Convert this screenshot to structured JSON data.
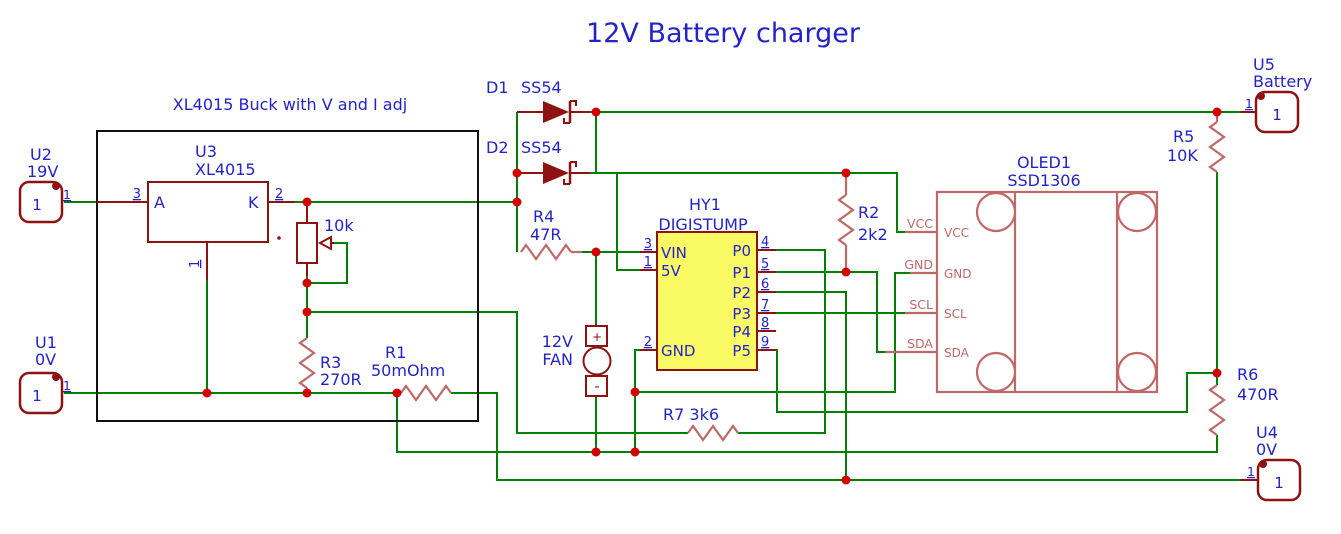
{
  "title": "12V Battery charger",
  "section_label": "XL4015 Buck with V and I adj",
  "colors": {
    "wire_green": "#008000",
    "component_dark_red": "#8e1212",
    "component_rosy": "#c06868",
    "junction_red": "#d40000",
    "label_blue": "#2323c8",
    "mcu_fill_yellow": "#fafa64"
  },
  "terminals": {
    "u2": {
      "ref": "U2",
      "net": "19V",
      "pin": "1",
      "pad": "1"
    },
    "u1": {
      "ref": "U1",
      "net": "0V",
      "pin": "1",
      "pad": "1"
    },
    "u5": {
      "ref": "U5",
      "net": "Battery",
      "pin": "1",
      "pad": "1"
    },
    "u4": {
      "ref": "U4",
      "net": "0V",
      "pin": "1",
      "pad": "1"
    }
  },
  "regulator": {
    "ref": "U3",
    "value": "XL4015",
    "pin_left_name": "A",
    "pin_right_name": "K",
    "pin_left_num": "3",
    "pin_right_num": "2",
    "pin_bottom_num": "1"
  },
  "potentiometer": {
    "value": "10k"
  },
  "resistors": {
    "r1": {
      "ref": "R1",
      "value": "50mOhm"
    },
    "r2": {
      "ref": "R2",
      "value": "2k2"
    },
    "r3": {
      "ref": "R3",
      "value": "270R"
    },
    "r4": {
      "ref": "R4",
      "value": "47R"
    },
    "r5": {
      "ref": "R5",
      "value": "10K"
    },
    "r6": {
      "ref": "R6",
      "value": "470R"
    },
    "r7": {
      "label": "R7 3k6"
    }
  },
  "diodes": {
    "d1": {
      "ref": "D1",
      "value": "SS54"
    },
    "d2": {
      "ref": "D2",
      "value": "SS54"
    }
  },
  "fan": {
    "line1": "12V",
    "line2": "FAN",
    "plus": "+",
    "minus": "-"
  },
  "mcu": {
    "ref": "HY1",
    "value": "DIGISTUMP",
    "left_pins": [
      {
        "num": "3",
        "name": "VIN"
      },
      {
        "num": "1",
        "name": "5V"
      },
      {
        "num": "2",
        "name": "GND"
      }
    ],
    "right_pins": [
      {
        "num": "4",
        "name": "P0"
      },
      {
        "num": "5",
        "name": "P1"
      },
      {
        "num": "6",
        "name": "P2"
      },
      {
        "num": "7",
        "name": "P3"
      },
      {
        "num": "8",
        "name": "P4"
      },
      {
        "num": "9",
        "name": "P5"
      }
    ]
  },
  "display": {
    "ref": "OLED1",
    "value": "SSD1306",
    "pins": [
      {
        "name": "VCC"
      },
      {
        "name": "GND"
      },
      {
        "name": "SCL"
      },
      {
        "name": "SDA"
      }
    ]
  }
}
